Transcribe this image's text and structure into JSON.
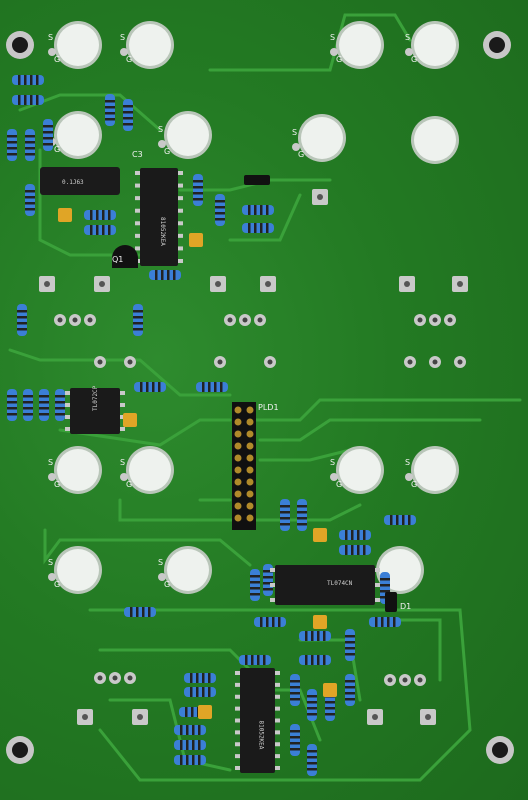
{
  "board": {
    "silkscreen": {
      "c3": "C3",
      "q1": "Q1",
      "pld1": "PLD1",
      "d1": "D1",
      "s": "S",
      "g": "G"
    },
    "chip_markings": {
      "ic_top": "81052KEA",
      "ic_mid": "TL072CP",
      "ic_right": "TL074CN",
      "ic_bottom": "81052KEA",
      "cap_box": "0.1J63"
    },
    "colors": {
      "pcb": "#237a23",
      "trace": "#3aa13a",
      "pad": "#c9c9c9",
      "resistor": "#3b7fd6",
      "chip": "#1a1a1a"
    }
  }
}
